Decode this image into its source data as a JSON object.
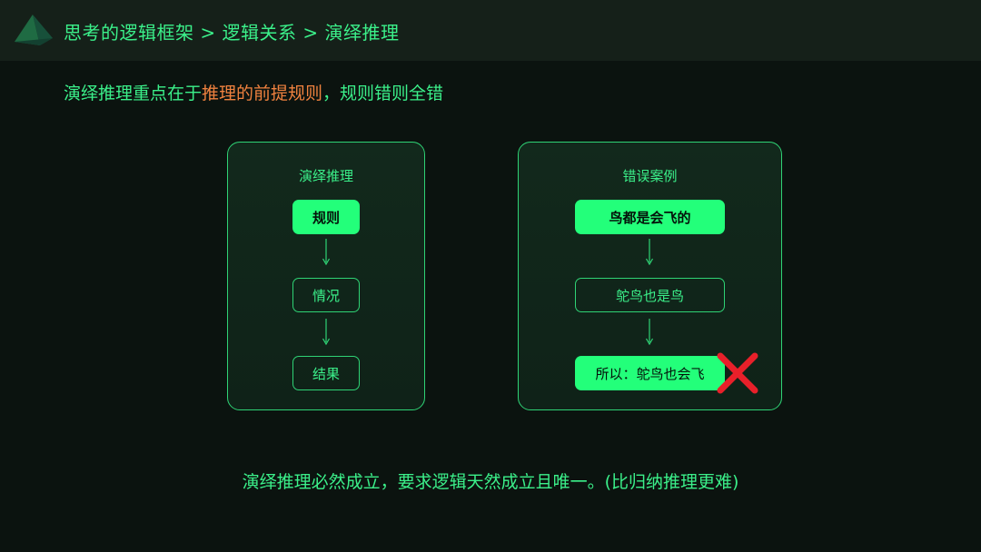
{
  "header": {
    "breadcrumb": "思考的逻辑框架 > 逻辑关系 > 演绎推理"
  },
  "subtitle": {
    "part1": "演绎推理重点在于",
    "highlight": "推理的前提规则",
    "part2": "，规则错则全错"
  },
  "left_panel": {
    "title": "演绎推理",
    "nodes": [
      "规则",
      "情况",
      "结果"
    ]
  },
  "right_panel": {
    "title": "错误案例",
    "nodes": [
      "鸟都是会飞的",
      "鸵鸟也是鸟",
      "所以：鸵鸟也会飞"
    ]
  },
  "footer": {
    "text": "演绎推理必然成立，要求逻辑天然成立且唯一。(比归纳推理更难)"
  },
  "colors": {
    "background": "#0b130f",
    "accent_green": "#3bf08a",
    "bright_green": "#23ff7a",
    "highlight_orange": "#f0823f",
    "error_red": "#e8202a"
  },
  "icons": {
    "logo": "pyramid-logo-icon",
    "error": "red-cross-icon"
  }
}
